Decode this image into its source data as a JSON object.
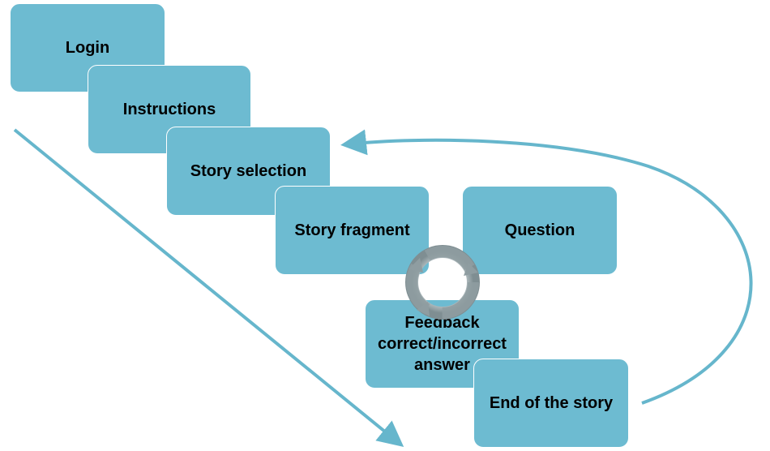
{
  "colors": {
    "box_fill": "#6dbbd1",
    "arrow": "#66b6cc",
    "cycle": "#9aa7ab"
  },
  "steps": [
    {
      "label": "Login"
    },
    {
      "label": "Instructions"
    },
    {
      "label": "Story selection"
    },
    {
      "label": "Story fragment"
    },
    {
      "label": "Question"
    },
    {
      "label": "Feedback correct/incorrect answer"
    },
    {
      "label": "End of the story"
    }
  ]
}
